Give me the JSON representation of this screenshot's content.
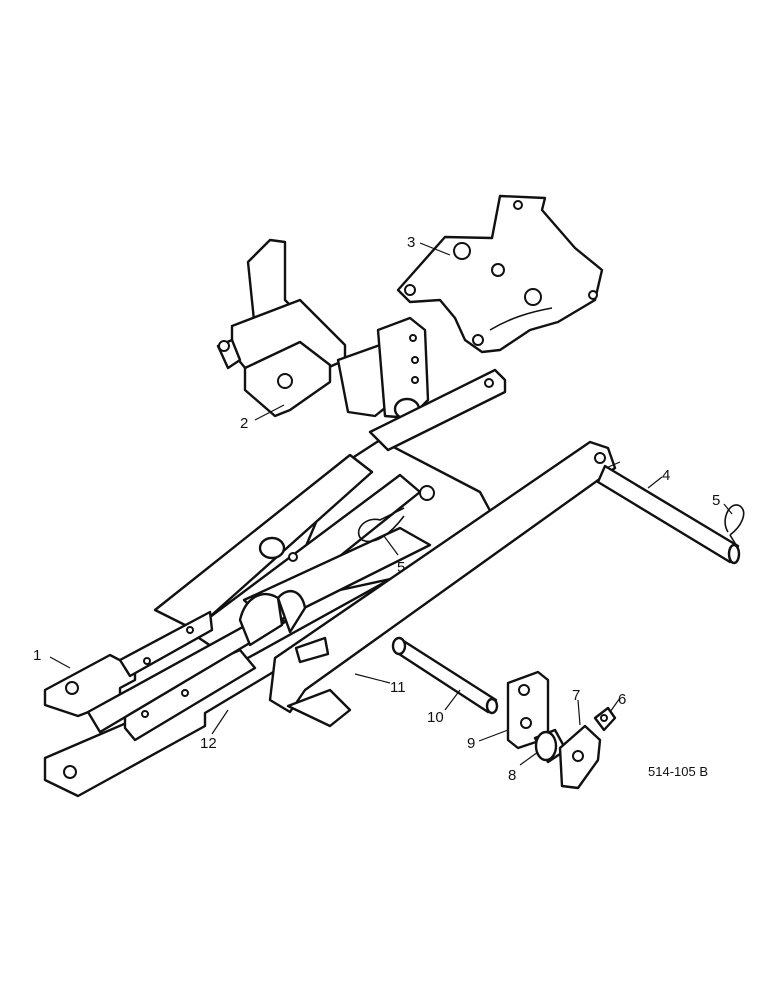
{
  "diagram": {
    "callouts": [
      "1",
      "2",
      "3",
      "4",
      "5",
      "5",
      "6",
      "7",
      "8",
      "9",
      "10",
      "11",
      "12"
    ],
    "reference_code": "514-105 B"
  },
  "colors": {
    "ink": "#111111",
    "paper": "#ffffff"
  }
}
